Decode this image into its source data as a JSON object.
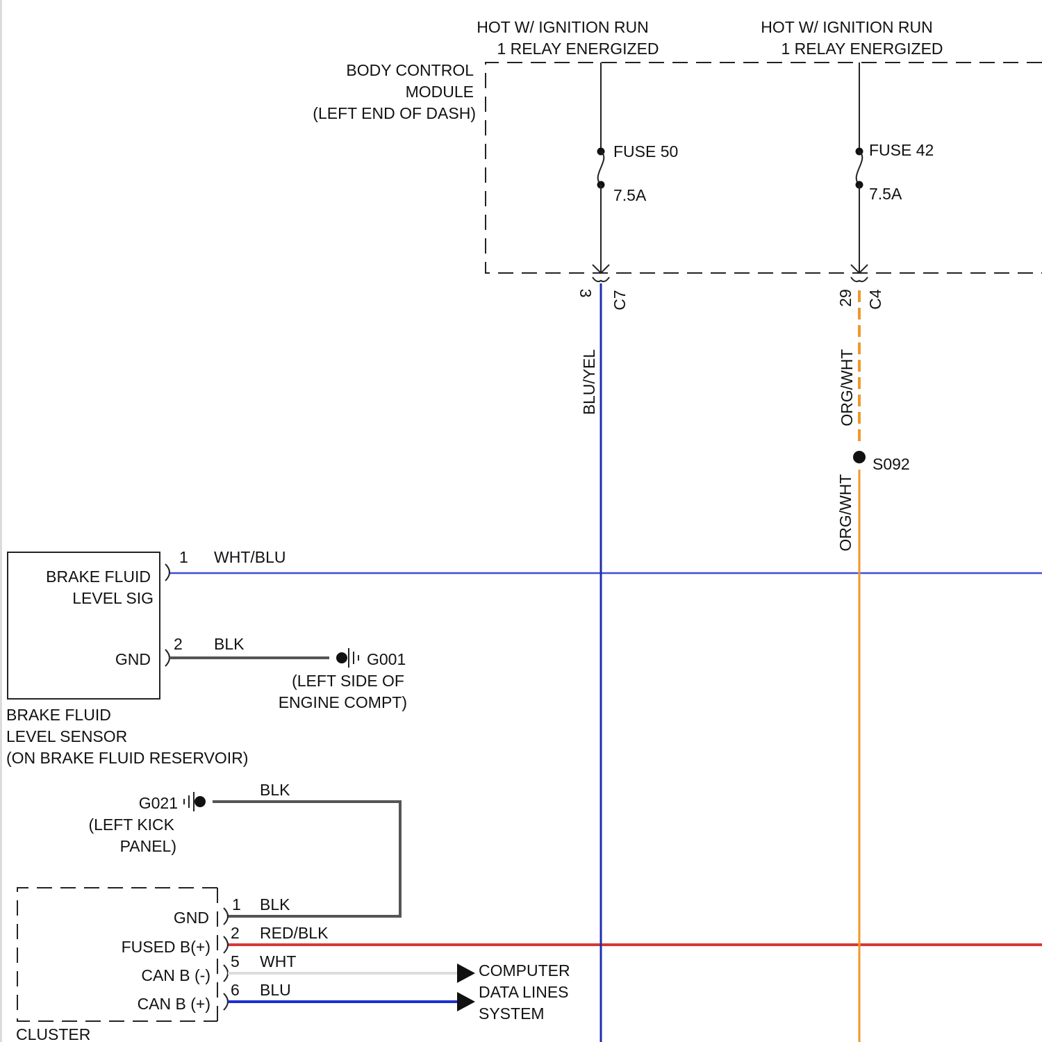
{
  "colors": {
    "blu_yel": "#1f2ea8",
    "org_wht": "#f0962a",
    "wht_blu": "#3b4fd8",
    "blk": "#555555",
    "red_blk": "#d63a36",
    "wht": "#dddddd",
    "blu": "#1a2fd0"
  },
  "power_sources": [
    {
      "line1": "HOT W/ IGNITION RUN",
      "line2": "1 RELAY ENERGIZED"
    },
    {
      "line1": "HOT W/ IGNITION RUN",
      "line2": "1 RELAY ENERGIZED"
    }
  ],
  "bcm": {
    "line1": "BODY CONTROL",
    "line2": "MODULE",
    "line3": "(LEFT END OF DASH)"
  },
  "fuses": [
    {
      "name": "FUSE 50",
      "rating": "7.5A",
      "pin": "3",
      "connector": "C7",
      "wire_color": "BLU/YEL"
    },
    {
      "name": "FUSE 42",
      "rating": "7.5A",
      "pin": "29",
      "connector": "C4",
      "wire_color": "ORG/WHT"
    }
  ],
  "splice": {
    "name": "S092",
    "wire_color_below": "ORG/WHT"
  },
  "brake_sensor": {
    "pins": [
      {
        "num": "1",
        "line1": "BRAKE FLUID",
        "line2": "LEVEL SIG",
        "wire": "WHT/BLU"
      },
      {
        "num": "2",
        "line1": "GND",
        "wire": "BLK"
      }
    ],
    "name_line1": "BRAKE FLUID",
    "name_line2": "LEVEL SENSOR",
    "name_line3": "(ON BRAKE FLUID RESERVOIR)"
  },
  "ground_g001": {
    "name": "G001",
    "loc1": "(LEFT SIDE OF",
    "loc2": "ENGINE COMPT)"
  },
  "ground_g021": {
    "name": "G021",
    "loc1": "(LEFT KICK",
    "loc2": "PANEL)",
    "wire": "BLK"
  },
  "cluster": {
    "name": "CLUSTER",
    "pins": [
      {
        "num": "1",
        "label": "GND",
        "wire": "BLK"
      },
      {
        "num": "2",
        "label": "FUSED B(+)",
        "wire": "RED/BLK"
      },
      {
        "num": "5",
        "label": "CAN B (-)",
        "wire": "WHT"
      },
      {
        "num": "6",
        "label": "CAN B (+)",
        "wire": "BLU"
      }
    ]
  },
  "data_lines": {
    "line1": "COMPUTER",
    "line2": "DATA LINES",
    "line3": "SYSTEM"
  }
}
